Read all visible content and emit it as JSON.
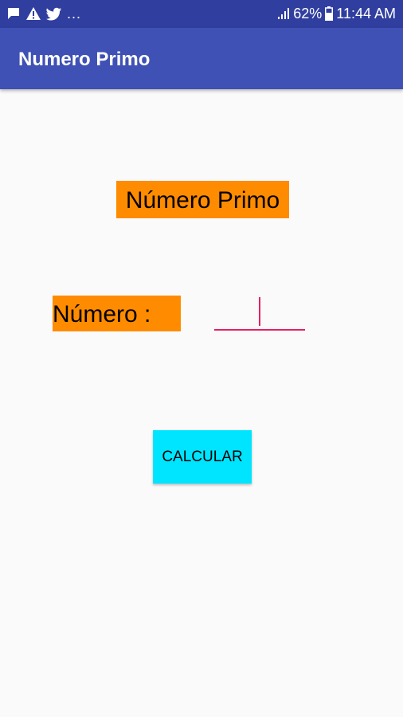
{
  "status_bar": {
    "notification_icons": [
      "chat-icon",
      "warning-icon",
      "twitter-icon"
    ],
    "more_indicator": "...",
    "battery_percent": "62%",
    "time": "11:44 AM"
  },
  "app_bar": {
    "title": "Numero Primo"
  },
  "main": {
    "heading": "Número Primo",
    "number_label": "Número :",
    "number_input": {
      "value": "",
      "placeholder": ""
    },
    "calculate_button": "CALCULAR"
  },
  "colors": {
    "status_bar": "#303f9f",
    "app_bar": "#3f51b5",
    "label_background": "#ff8c00",
    "input_accent": "#e91e63",
    "button_background": "#00e5ff",
    "screen_background": "#fafafa"
  }
}
